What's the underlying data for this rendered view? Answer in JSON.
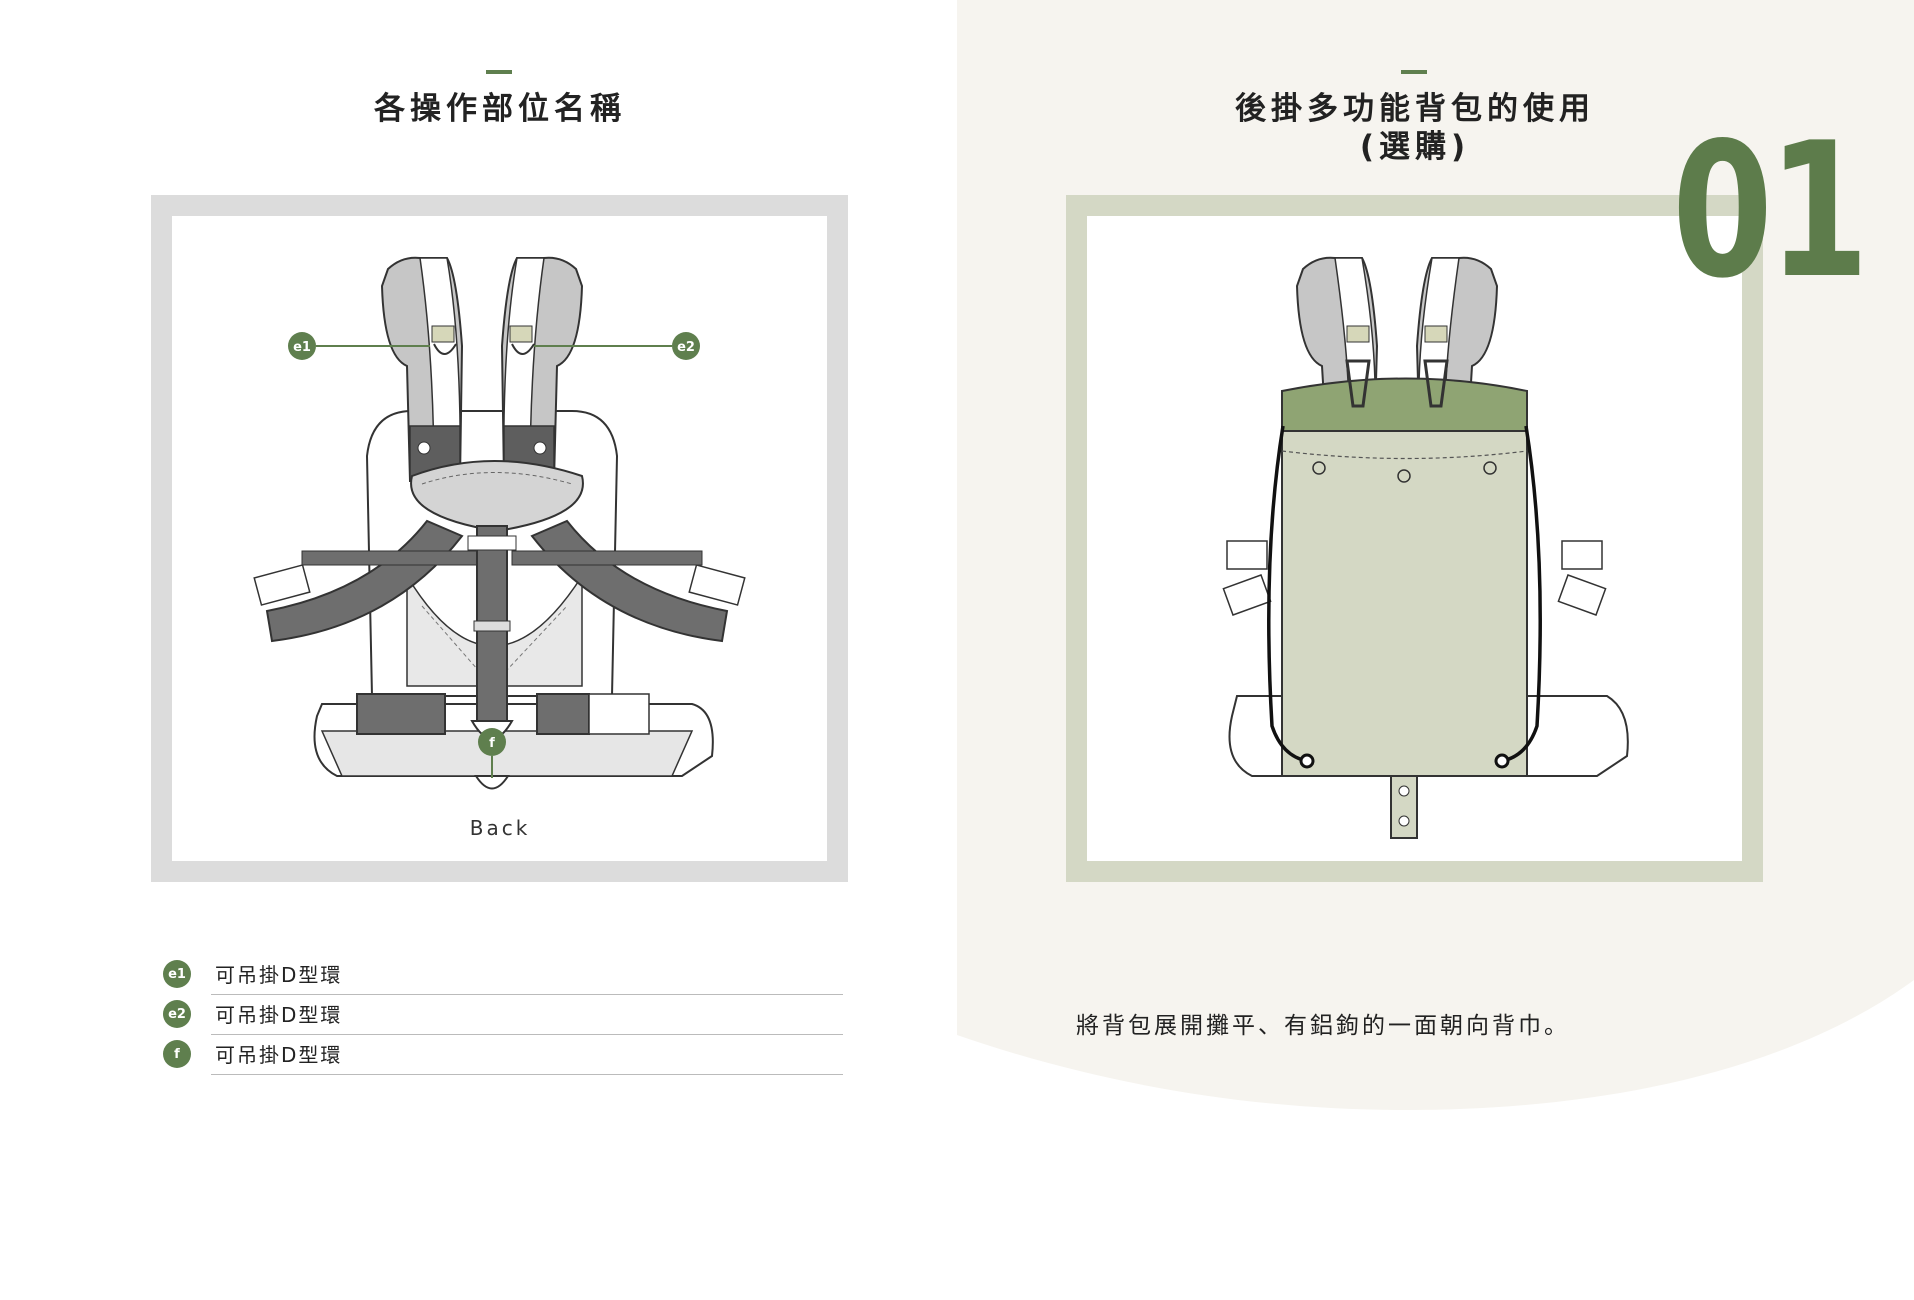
{
  "left_page": {
    "heading": "各操作部位名稱",
    "caption": "Back",
    "callouts": {
      "e1": "e1",
      "e2": "e2",
      "f": "f"
    },
    "legend": [
      {
        "badge": "e1",
        "text": "可吊掛D型環"
      },
      {
        "badge": "e2",
        "text": "可吊掛D型環"
      },
      {
        "badge": "f",
        "text": "可吊掛D型環"
      }
    ]
  },
  "right_page": {
    "heading_line1": "後掛多功能背包的使用",
    "heading_line2": "(選購)",
    "step_number": "01",
    "description": "將背包展開攤平、有鋁鉤的一面朝向背巾。"
  },
  "colors": {
    "accent_green": "#5f7f4e",
    "right_background": "#f6f4ef",
    "left_frame": "#dcdcdc",
    "right_frame": "#d4d8c5",
    "bag_fill": "#d4d8c4"
  }
}
